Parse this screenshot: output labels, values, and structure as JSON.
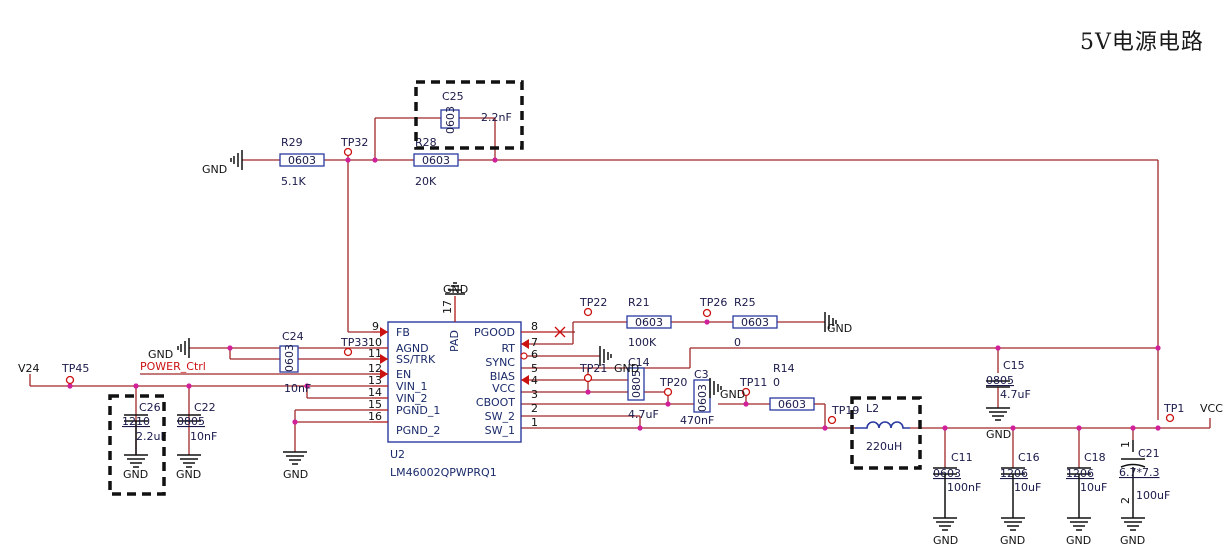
{
  "title": "5V电源电路",
  "chip": {
    "ref": "U2",
    "part": "LM46002QPWPRQ1",
    "pad_label": "PAD",
    "pad_pin": "17",
    "left_pins": [
      {
        "num": "9",
        "name": "FB"
      },
      {
        "num": "10",
        "name": "AGND"
      },
      {
        "num": "11",
        "name": "SS/TRK"
      },
      {
        "num": "12",
        "name": "EN"
      },
      {
        "num": "13",
        "name": "VIN_1"
      },
      {
        "num": "14",
        "name": "VIN_2"
      },
      {
        "num": "15",
        "name": "PGND_1"
      },
      {
        "num": "16",
        "name": "PGND_2"
      }
    ],
    "right_pins": [
      {
        "num": "8",
        "name": "PGOOD"
      },
      {
        "num": "7",
        "name": "RT"
      },
      {
        "num": "6",
        "name": "SYNC"
      },
      {
        "num": "5",
        "name": "BIAS"
      },
      {
        "num": "4",
        "name": "VCC"
      },
      {
        "num": "3",
        "name": "CBOOT"
      },
      {
        "num": "2",
        "name": "SW_2"
      },
      {
        "num": "1",
        "name": "SW_1"
      }
    ]
  },
  "resistors": {
    "r29": {
      "ref": "R29",
      "pkg": "0603",
      "value": "5.1K"
    },
    "r28": {
      "ref": "R28",
      "pkg": "0603",
      "value": "20K"
    },
    "r21": {
      "ref": "R21",
      "pkg": "0603",
      "value": "100K"
    },
    "r25": {
      "ref": "R25",
      "pkg": "0603",
      "value": "0"
    },
    "r14": {
      "ref": "R14",
      "pkg": "0603",
      "value": "0"
    }
  },
  "capacitors": {
    "c25": {
      "ref": "C25",
      "pkg": "0603",
      "value": "2.2nF"
    },
    "c24": {
      "ref": "C24",
      "pkg": "0603",
      "value": "10nF"
    },
    "c26": {
      "ref": "C26",
      "pkg": "1210",
      "value": "2.2uF"
    },
    "c22": {
      "ref": "C22",
      "pkg": "0805",
      "value": "10nF"
    },
    "c14": {
      "ref": "C14",
      "pkg": "0805",
      "value": "4.7uF"
    },
    "c3": {
      "ref": "C3",
      "pkg": "0603",
      "value": "470nF"
    },
    "c15": {
      "ref": "C15",
      "pkg": "0805",
      "value": "4.7uF"
    },
    "c11": {
      "ref": "C11",
      "pkg": "0603",
      "value": "100nF"
    },
    "c16": {
      "ref": "C16",
      "pkg": "1206",
      "value": "10uF"
    },
    "c18": {
      "ref": "C18",
      "pkg": "1206",
      "value": "10uF"
    },
    "c21": {
      "ref": "C21",
      "pkg": "6.7*7.3",
      "value": "100uF",
      "pin1": "1",
      "pin2": "2"
    }
  },
  "inductor": {
    "ref": "L2",
    "value": "220uH"
  },
  "test_points": {
    "tp32": "TP32",
    "tp33": "TP33",
    "tp45": "TP45",
    "tp22": "TP22",
    "tp26": "TP26",
    "tp21": "TP21",
    "tp20": "TP20",
    "tp11": "TP11",
    "tp19": "TP19",
    "tp1": "TP1"
  },
  "nets": {
    "gnd": "GND",
    "v24": "V24",
    "vcc": "VCC",
    "power_ctrl": "POWER_Ctrl"
  }
}
